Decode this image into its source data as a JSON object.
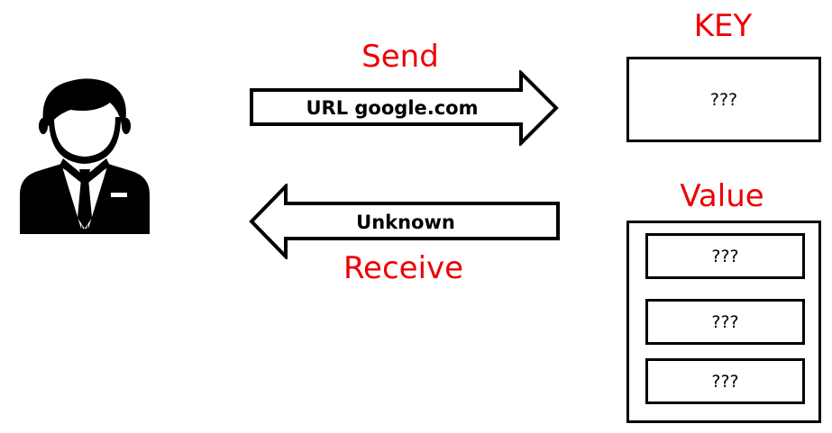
{
  "send": {
    "label": "Send",
    "message": "URL google.com"
  },
  "receive": {
    "label": "Receive",
    "message": "Unknown"
  },
  "key": {
    "title": "KEY",
    "content": "???"
  },
  "value": {
    "title": "Value",
    "items": [
      "???",
      "???",
      "???"
    ]
  },
  "colors": {
    "accent": "#ee0000",
    "stroke": "#000000"
  },
  "icons": {
    "user": "businessman-icon"
  }
}
